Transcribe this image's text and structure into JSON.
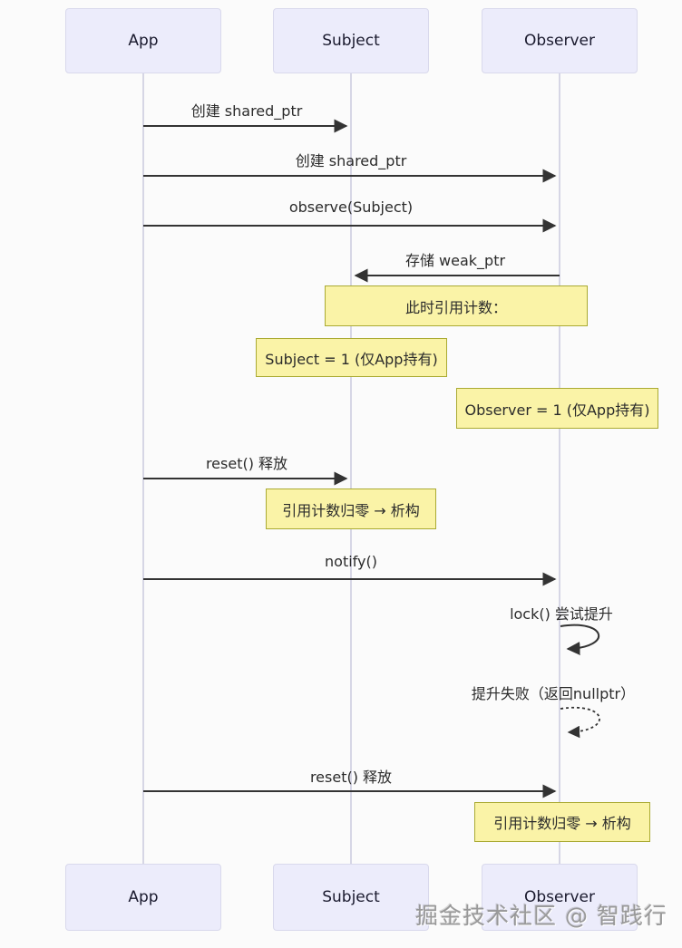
{
  "diagram": {
    "type": "sequence-diagram",
    "participants": [
      {
        "id": "app",
        "label": "App"
      },
      {
        "id": "subject",
        "label": "Subject"
      },
      {
        "id": "observer",
        "label": "Observer"
      }
    ],
    "messages": [
      {
        "label": "创建 shared_ptr",
        "from": "App",
        "to": "Subject",
        "style": "solid"
      },
      {
        "label": "创建 shared_ptr",
        "from": "App",
        "to": "Observer",
        "style": "solid"
      },
      {
        "label": "observe(Subject)",
        "from": "App",
        "to": "Observer",
        "style": "solid"
      },
      {
        "label": "存储 weak_ptr",
        "from": "Observer",
        "to": "Subject",
        "style": "solid"
      },
      {
        "label": "reset() 释放",
        "from": "App",
        "to": "Subject",
        "style": "solid"
      },
      {
        "label": "notify()",
        "from": "App",
        "to": "Observer",
        "style": "solid"
      },
      {
        "label": "lock() 尝试提升",
        "from": "Observer",
        "to": "Observer",
        "style": "self-solid"
      },
      {
        "label": "提升失败（返回nullptr）",
        "from": "Observer",
        "to": "Observer",
        "style": "self-dashed"
      },
      {
        "label": "reset() 释放",
        "from": "App",
        "to": "Observer",
        "style": "solid"
      }
    ],
    "notes": [
      {
        "label": "此时引用计数：",
        "over": "Subject,Observer"
      },
      {
        "label": "Subject = 1 (仅App持有)",
        "over": "Subject"
      },
      {
        "label": "Observer = 1 (仅App持有)",
        "over": "Observer"
      },
      {
        "label": "引用计数归零 → 析构",
        "over": "Subject"
      },
      {
        "label": "引用计数归零 → 析构",
        "over": "Observer"
      }
    ],
    "watermark": "掘金技术社区 @ 智践行",
    "colors": {
      "background": "#fbfbfb",
      "actor_fill": "#ececfb",
      "actor_border": "#d9d9ec",
      "note_fill": "#faf3a7",
      "note_border": "#aaaa33",
      "lifeline": "#cacade",
      "arrow": "#333333",
      "text": "#2b2b2b",
      "watermark_text": "#8a8a8a"
    }
  }
}
